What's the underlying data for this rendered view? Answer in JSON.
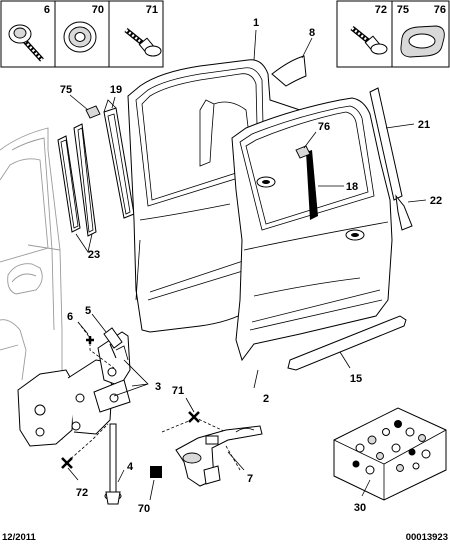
{
  "diagram": {
    "footer_left": "12/2011",
    "footer_right": "00013923"
  },
  "top_left_box": {
    "cells": [
      {
        "number": "6",
        "icon": "bolt-icon"
      },
      {
        "number": "70",
        "icon": "clip-nut-icon"
      },
      {
        "number": "71",
        "icon": "screw-icon"
      }
    ]
  },
  "top_right_box": {
    "cells": [
      {
        "number": "72",
        "icon": "screw-icon"
      },
      {
        "number": "75",
        "icon": "pad-icon"
      },
      {
        "number": "76",
        "icon": "pad-icon"
      }
    ]
  },
  "callouts": {
    "c1": "1",
    "c2": "2",
    "c3": "3",
    "c4": "4",
    "c5": "5",
    "c6": "6",
    "c7": "7",
    "c8": "8",
    "c15": "15",
    "c18": "18",
    "c19": "19",
    "c21": "21",
    "c22": "22",
    "c23": "23",
    "c30": "30",
    "c70": "70",
    "c71": "71",
    "c72": "72",
    "c75": "75",
    "c76": "76"
  }
}
